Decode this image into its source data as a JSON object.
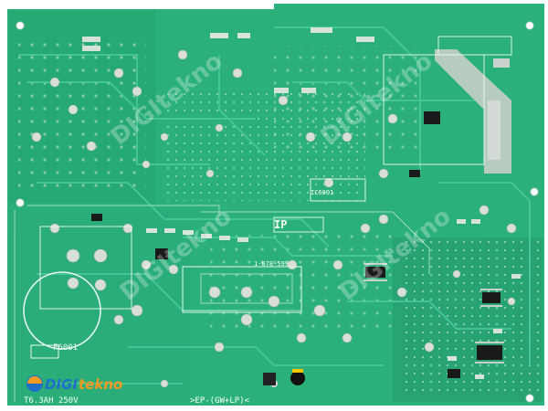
{
  "board": {
    "silkscreen": {
      "fuse_ref": "F6001",
      "fuse_rating": "T6.3AH 250V",
      "board_id": ">EP-(GW+LP)<",
      "block_label": "IP",
      "ic_ref": "IC6001",
      "part_number": "1-878-599"
    },
    "watermark": {
      "brand_left": "DIGI",
      "brand_right": "tekno",
      "tiled_text": "DIGItekno"
    },
    "colors": {
      "pcb": "#2bb07a",
      "pcb_dark": "#1f8f5f",
      "trace": "#48c897",
      "silkscreen": "#f4fff4",
      "pad": "#d8dfd8",
      "chip": "#1a1a1a",
      "brand_blue": "#1f6fc9",
      "brand_orange": "#f39a22"
    },
    "icons": [
      "digitekno-logo-icon"
    ]
  }
}
